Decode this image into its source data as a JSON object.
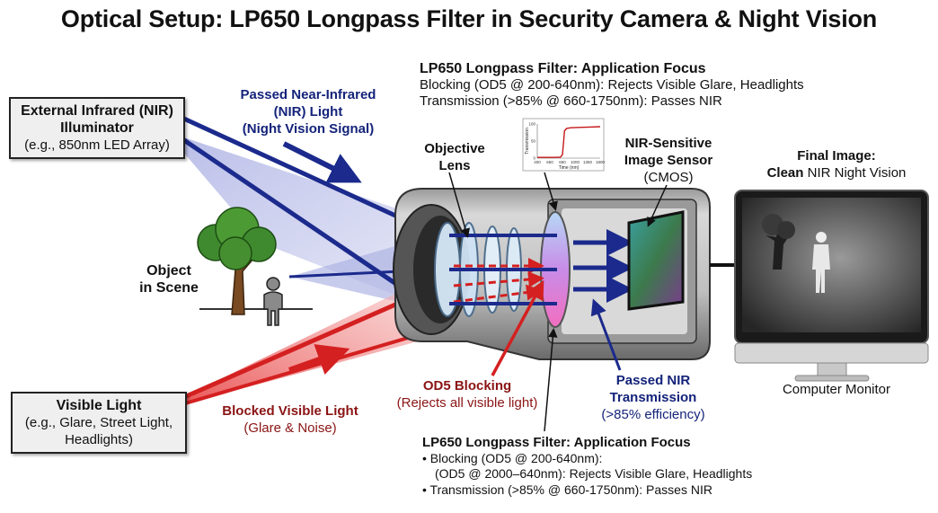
{
  "title": "Optical Setup: LP650 Longpass Filter in Security Camera & Night Vision",
  "illuminator": {
    "title_line1": "External Infrared (NIR)",
    "title_line2": "Illuminator",
    "sub": "(e.g., 850nm LED Array)"
  },
  "visible_light": {
    "title": "Visible Light",
    "sub_line1": "(e.g., Glare, Street Light,",
    "sub_line2": "Headlights)"
  },
  "passed_nir": {
    "line1": "Passed Near-Infrared",
    "line2": "(NIR) Light",
    "line3": "(Night Vision Signal)"
  },
  "object": {
    "line1": "Object",
    "line2": "in Scene"
  },
  "blocked_visible": {
    "line1": "Blocked Visible Light",
    "line2": "(Glare & Noise)"
  },
  "top_focus": {
    "heading": "LP650 Longpass Filter: Application Focus",
    "line1": "Blocking (OD5 @ 200-640nm): Rejects Visible Glare, Headlights",
    "line2": "Transmission (>85% @ 660-1750nm): Passes NIR"
  },
  "objective_lens": {
    "line1": "Objective",
    "line2": "Lens"
  },
  "sensor": {
    "line1": "NIR-Sensitive",
    "line2": "Image Sensor",
    "line3": "(CMOS)"
  },
  "od5": {
    "line1": "OD5 Blocking",
    "line2": "(Rejects all visible light)"
  },
  "passed_nir_tx": {
    "line1": "Passed NIR",
    "line2": "Transmission",
    "line3": "(>85% efficiency)"
  },
  "final_image": {
    "line1": "Final Image:",
    "line2": "Clean NIR Night Vision"
  },
  "monitor": {
    "label": "Computer Monitor"
  },
  "bottom_focus": {
    "heading": "LP650 Longpass Filter: Application Focus",
    "b1": "• Blocking (OD5 @ 200-640nm):",
    "b1b": "(OD5 @ 2000–640nm): Rejects Visible Glare, Headlights",
    "b2": "• Transmission (>85% @ 660-1750nm): Passes NIR"
  },
  "chart_data": {
    "type": "line",
    "title": "",
    "xlabel": "Time (nm)",
    "ylabel": "Transmission",
    "xlim": [
      400,
      1000
    ],
    "ylim": [
      0,
      100
    ],
    "x_ticks": [
      "400",
      "650",
      "650",
      "1000",
      "1350",
      "1800"
    ],
    "y_ticks": [
      "100",
      "50",
      "0"
    ],
    "series": [
      {
        "x": [
          400,
          560,
          620,
          640,
          650,
          660,
          680,
          720,
          800,
          900,
          1000
        ],
        "y": [
          2,
          2,
          3,
          10,
          45,
          80,
          87,
          89,
          90,
          91,
          92
        ]
      }
    ]
  },
  "colors": {
    "nir": "#1b2a8c",
    "visible": "#d42020",
    "illum_beam": "#b8bce6",
    "visible_beam": "#f3b0b0"
  }
}
